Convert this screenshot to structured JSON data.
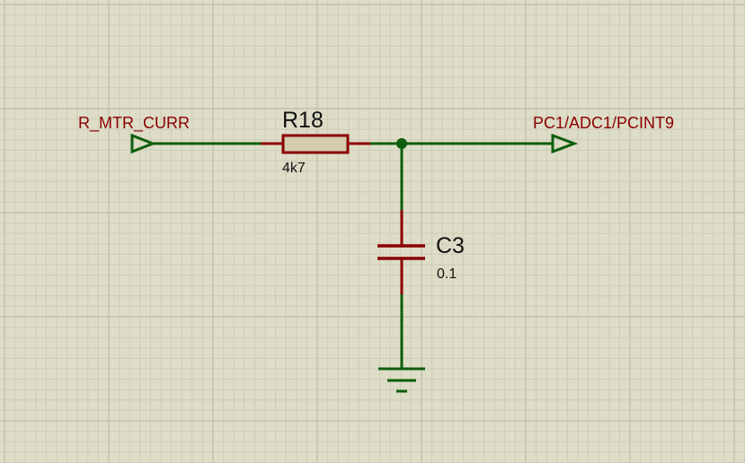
{
  "colors": {
    "background": "#deddc8",
    "grid_minor": "#cdccb6",
    "grid_major": "#c2c1aa",
    "wire": "#0d5e0d",
    "component": "#8b0000",
    "resistor_fill": "#d4cdb0",
    "net_label": "#8b0000",
    "component_label": "#111111"
  },
  "net_labels": {
    "input": "R_MTR_CURR",
    "output": "PC1/ADC1/PCINT9"
  },
  "components": {
    "resistor": {
      "reference": "R18",
      "value": "4k7"
    },
    "capacitor": {
      "reference": "C3",
      "value": "0.1"
    }
  }
}
